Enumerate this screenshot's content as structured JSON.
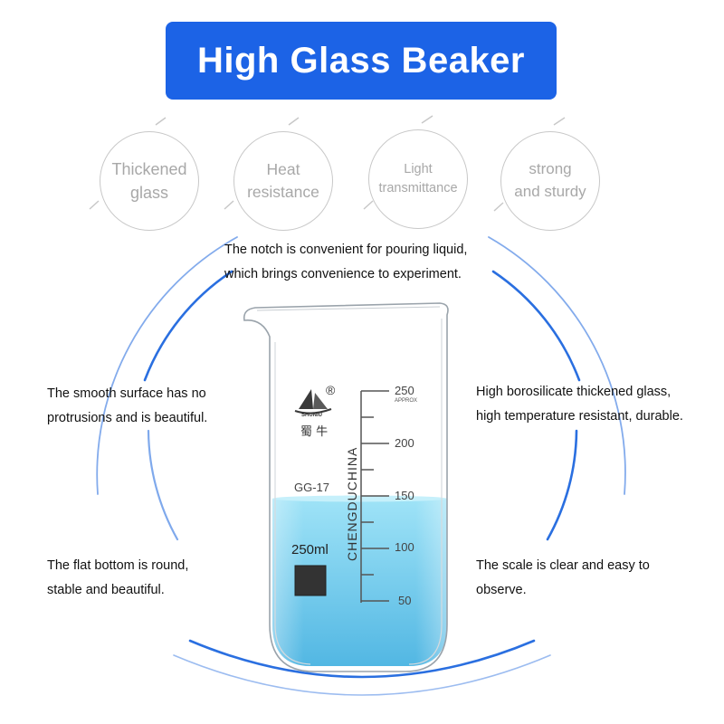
{
  "title": "High Glass Beaker",
  "features": [
    {
      "line1": "Thickened",
      "line2": "glass"
    },
    {
      "line1": "Heat",
      "line2": "resistance"
    },
    {
      "line1": "Light",
      "line2": "transmittance"
    },
    {
      "line1": "strong",
      "line2": "and sturdy"
    }
  ],
  "captions": {
    "notch": [
      "The notch is convenient for pouring liquid,",
      "which brings convenience to experiment."
    ],
    "smooth": [
      "The smooth surface has no",
      "protrusions and is beautiful."
    ],
    "borosilicate": [
      "High borosilicate thickened glass,",
      "high temperature resistant, durable."
    ],
    "flat_bottom": [
      "The flat bottom is round,",
      "stable and beautiful."
    ],
    "scale": [
      "The scale is clear and easy to",
      "observe."
    ]
  },
  "beaker": {
    "trademark": "®",
    "brand_chinese": "蜀 牛",
    "brand_latin": "SHUNIU",
    "model": "GG-17",
    "manufacturer": "CHENGDUCHINA",
    "capacity": "250ml",
    "approx": "APPROX",
    "scale_labels": [
      "250",
      "200",
      "150",
      "100",
      "50"
    ],
    "liquid_color": "#7fd3ef"
  },
  "colors": {
    "banner": "#1c63e6",
    "accent_blue": "#3d7fe0",
    "badge_border": "#c8c8c8",
    "badge_text": "#a8a8a8"
  }
}
